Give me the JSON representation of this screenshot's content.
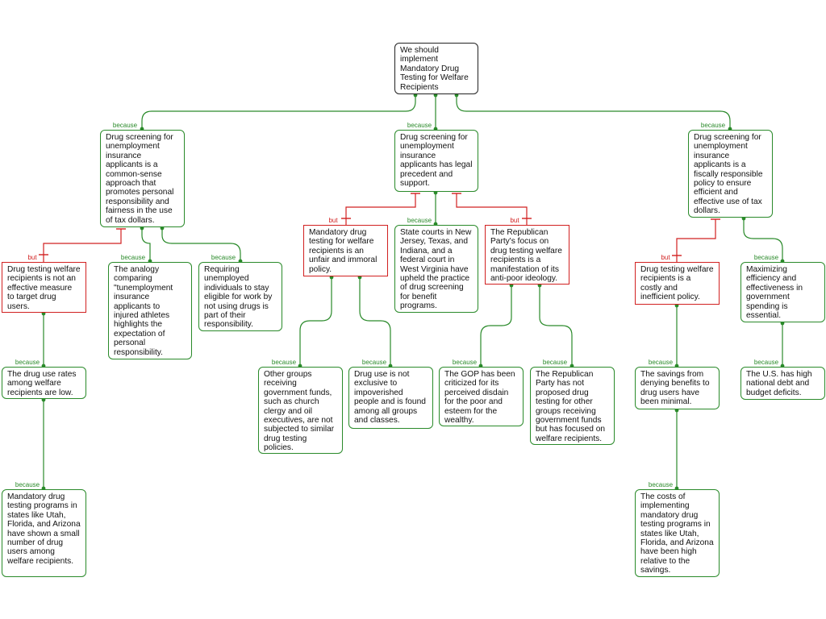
{
  "relation_labels": {
    "because": "because",
    "but": "but"
  },
  "colors": {
    "support": "#2a8a2a",
    "objection": "#d12020",
    "root_border": "#222222"
  },
  "nodes": {
    "root": "We should implement Mandatory Drug Testing for Welfare Recipients",
    "reason_fairness": "Drug screening for unemployment insurance applicants is a common-sense approach that promotes personal responsibility and fairness in the use of tax dollars.",
    "reason_legal": "Drug screening for unemployment insurance applicants has legal precedent and support.",
    "reason_fiscal": "Drug screening for unemployment insurance applicants is a fiscally responsible policy to ensure efficient and effective use of tax dollars.",
    "obj_not_effective": "Drug testing welfare recipients is not an effective measure to target drug users.",
    "analogy_athletes": "The analogy comparing \"tunemployment insurance applicants to injured athletes highlights the expectation of personal responsibility.",
    "requiring_eligible": "Requiring unemployed individuals to stay eligible for work by not using drugs is part of their responsibility.",
    "obj_unfair": "Mandatory drug testing for welfare recipients is an unfair and immoral policy.",
    "state_courts": "State courts in New Jersey, Texas, and Indiana, and a federal court in West Virginia have upheld the practice of drug screening for benefit programs.",
    "obj_anti_poor": "The Republican Party's focus on drug testing welfare recipients is a manifestation of its anti-poor ideology.",
    "obj_costly": "Drug testing welfare recipients is a costly and inefficient policy.",
    "maximizing_efficiency": "Maximizing efficiency and effectiveness in government spending is essential.",
    "drug_use_rates_low": "The drug use rates among welfare recipients are low.",
    "other_groups": "Other groups receiving government funds, such as church clergy and oil executives, are not subjected to similar drug testing policies.",
    "not_exclusive_poor": "Drug use is not exclusive to impoverished people and is found among all groups and classes.",
    "gop_criticized": "The GOP has been criticized for its perceived disdain for the poor and esteem for the wealthy.",
    "gop_not_proposed": "The Republican Party has not proposed drug testing for other groups receiving government funds but has focused on welfare recipients.",
    "savings_minimal": "The savings from denying benefits to drug users have been minimal.",
    "debt_deficits": "The U.S. has high national debt and budget deficits.",
    "programs_small_number": "Mandatory drug testing programs in states like Utah, Florida, and Arizona have shown a small number of drug users among welfare recipients.",
    "costs_high": "The costs of implementing mandatory drug testing programs in states like Utah, Florida, and Arizona have been high relative to the savings."
  }
}
